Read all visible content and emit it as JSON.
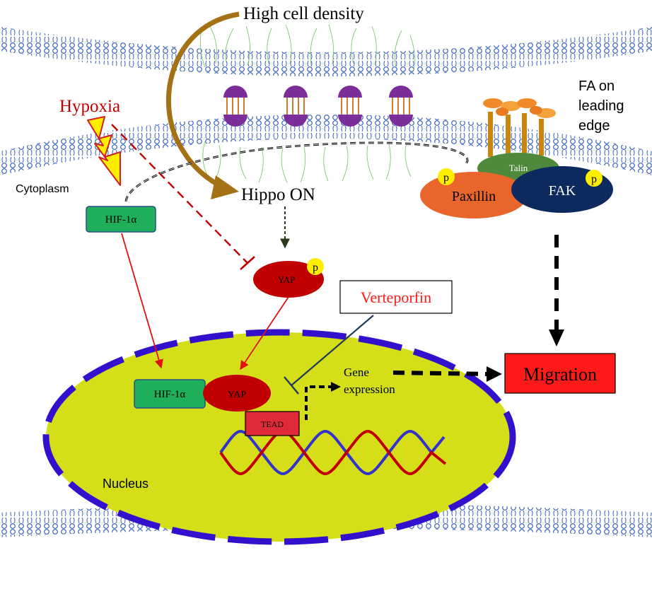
{
  "labels": {
    "high_cell_density": "High cell density",
    "hypoxia": "Hypoxia",
    "cytoplasm": "Cytoplasm",
    "hippo_on": "Hippo ON",
    "fa_line1": "FA on",
    "fa_line2": "leading",
    "fa_line3": "edge",
    "talin": "Talin",
    "paxillin": "Paxillin",
    "fak": "FAK",
    "phospho_p": "p",
    "hif1a_cyto": "HIF-1α",
    "yap_cyto": "YAP",
    "verteporfin": "Verteporfin",
    "gene_line1": "Gene",
    "gene_line2": "expression",
    "migration": "Migration",
    "hif1a_nuc": "HIF-1α",
    "yap_nuc": "YAP",
    "tead": "TEAD",
    "nucleus": "Nucleus"
  },
  "colors": {
    "membrane": "#3a64b8",
    "hypoxia_red": "#c00000",
    "hif_green": "#1fae5a",
    "yap_red": "#c00000",
    "nucleus_yellow": "#d4df1a",
    "nucleus_envelope": "#3311cc",
    "paxillin_orange": "#e8662c",
    "fak_navy": "#0d2a5e",
    "talin_green": "#4f8a3c",
    "migration_red": "#ff1a1a",
    "brown_arrow": "#a47114",
    "phospho_yellow": "#ffee00",
    "dna_red": "#c00000",
    "dna_blue": "#3333cc"
  }
}
